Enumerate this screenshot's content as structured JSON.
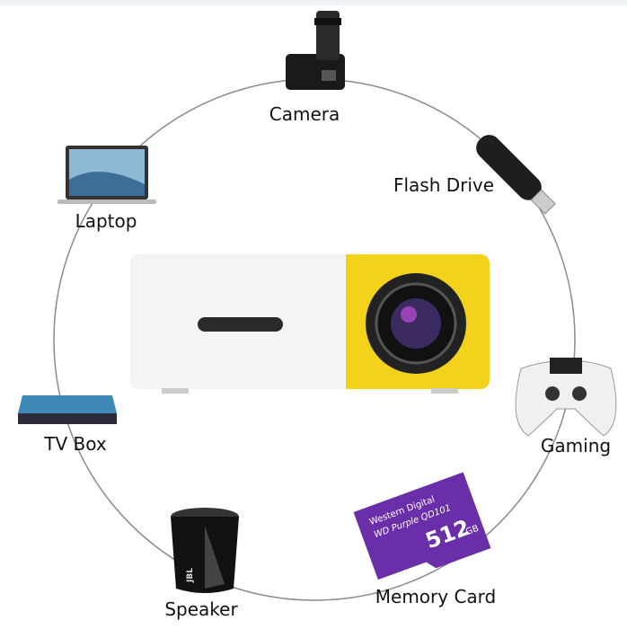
{
  "labels": {
    "camera": "Camera",
    "flash_drive": "Flash Drive",
    "laptop": "Laptop",
    "tv_box": "TV Box",
    "gaming": "Gaming",
    "speaker": "Speaker",
    "memory_card": "Memory Card"
  },
  "memory_card_print": {
    "brand": "Western Digital",
    "line": "WD Purple QD101",
    "capacity": "512",
    "unit": "GB"
  },
  "speaker_print": "JBL",
  "colors": {
    "projector_yellow": "#f2d21a",
    "projector_white": "#f4f4f2",
    "card_purple": "#6a2fa8",
    "circle": "#888888"
  }
}
